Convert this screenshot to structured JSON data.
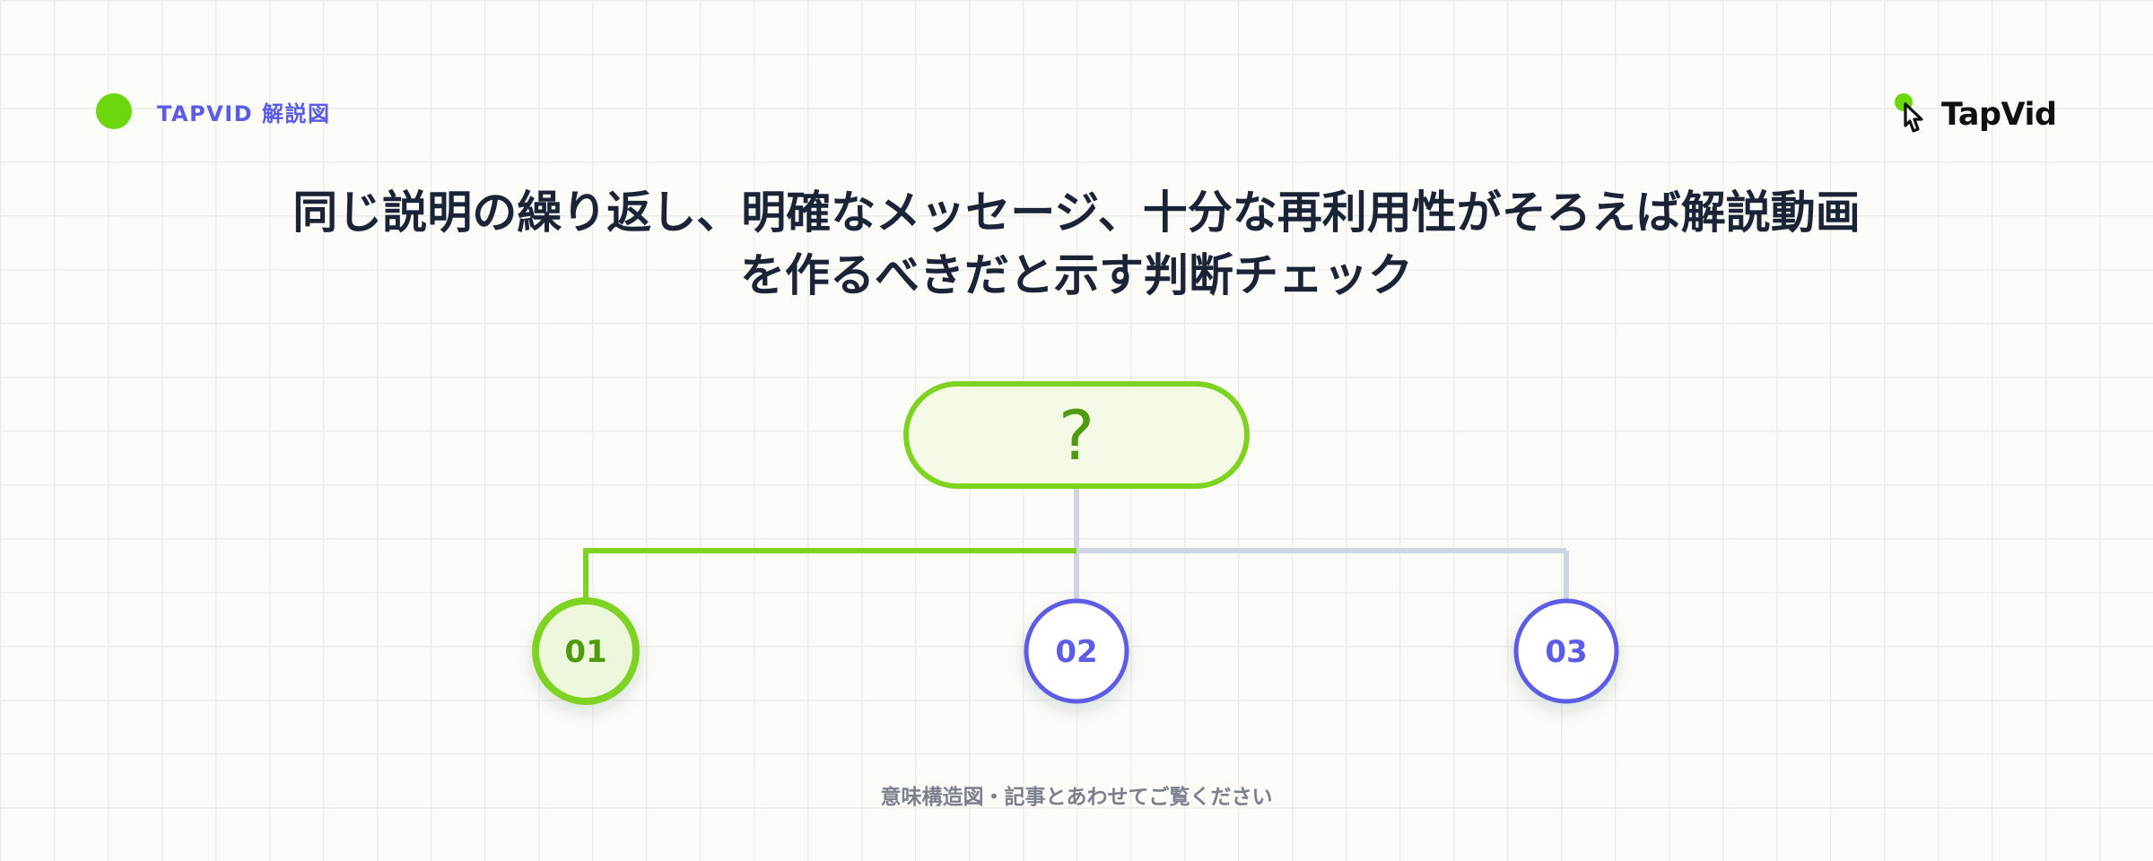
{
  "brand_tag": {
    "text": "TAPVID 解説図",
    "dot_color": "#6cd70d",
    "text_color": "#5b5ce6"
  },
  "logo": {
    "text": "TapVid",
    "icon": "tapvid-hand-cursor-icon"
  },
  "title": {
    "line1": "同じ説明の繰り返し、明確なメッセージ、十分な再利用性がそろえば解説動画",
    "line2": "を作るべきだと示す判断チェック"
  },
  "diagram": {
    "root": {
      "label": "?",
      "border_color": "#7ed321",
      "fill_color": "#f4f9e6",
      "text_color": "#4f9a10"
    },
    "nodes": [
      {
        "label": "01",
        "state": "active"
      },
      {
        "label": "02",
        "state": "default"
      },
      {
        "label": "03",
        "state": "default"
      }
    ],
    "colors": {
      "active_border": "#7ed321",
      "active_fill": "#ecf7dc",
      "active_text": "#4f9a10",
      "default_border": "#5b5ce6",
      "default_fill": "#ffffff",
      "default_text": "#5b5ce6",
      "active_connector": "#7ed321",
      "inactive_connector": "#cfd5e2"
    }
  },
  "footer": {
    "text": "意味構造図・記事とあわせてご覧ください"
  }
}
